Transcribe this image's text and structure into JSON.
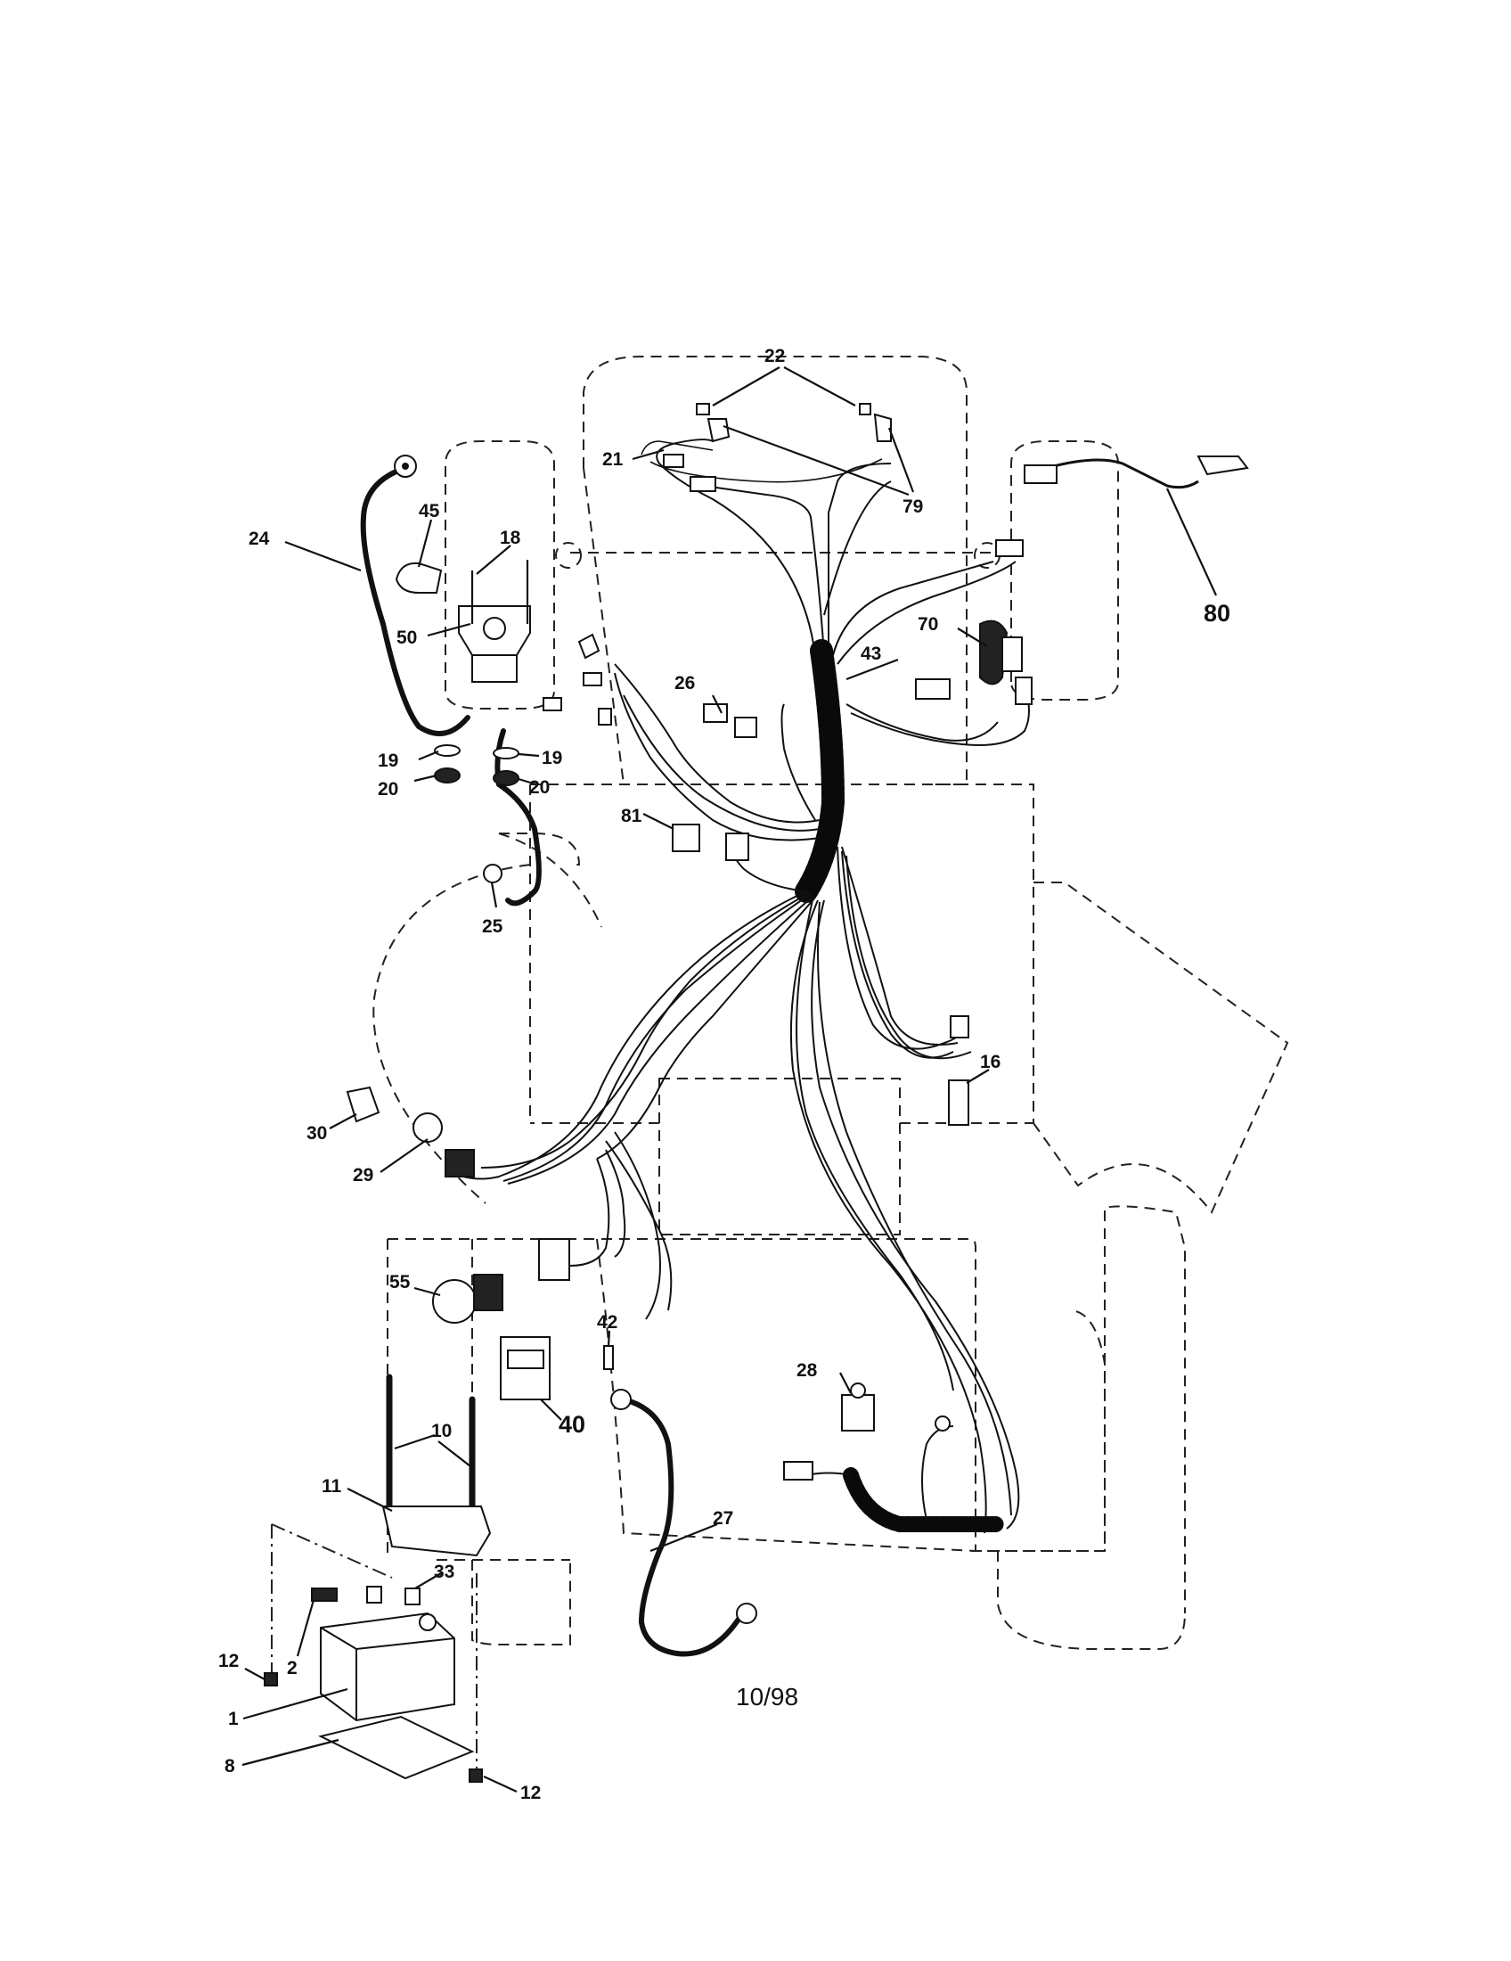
{
  "diagram": {
    "date_code": "10/98",
    "callouts": [
      {
        "id": "p1",
        "label": "1"
      },
      {
        "id": "p2",
        "label": "2"
      },
      {
        "id": "p8",
        "label": "8"
      },
      {
        "id": "p10",
        "label": "10"
      },
      {
        "id": "p11",
        "label": "11"
      },
      {
        "id": "p12a",
        "label": "12"
      },
      {
        "id": "p12b",
        "label": "12"
      },
      {
        "id": "p16",
        "label": "16"
      },
      {
        "id": "p18",
        "label": "18"
      },
      {
        "id": "p19a",
        "label": "19"
      },
      {
        "id": "p19b",
        "label": "19"
      },
      {
        "id": "p20a",
        "label": "20"
      },
      {
        "id": "p20b",
        "label": "20"
      },
      {
        "id": "p21",
        "label": "21"
      },
      {
        "id": "p22",
        "label": "22"
      },
      {
        "id": "p24",
        "label": "24"
      },
      {
        "id": "p25",
        "label": "25"
      },
      {
        "id": "p26",
        "label": "26"
      },
      {
        "id": "p27",
        "label": "27"
      },
      {
        "id": "p28",
        "label": "28"
      },
      {
        "id": "p29",
        "label": "29"
      },
      {
        "id": "p30",
        "label": "30"
      },
      {
        "id": "p33",
        "label": "33"
      },
      {
        "id": "p40",
        "label": "40"
      },
      {
        "id": "p42",
        "label": "42"
      },
      {
        "id": "p43",
        "label": "43"
      },
      {
        "id": "p45",
        "label": "45"
      },
      {
        "id": "p50",
        "label": "50"
      },
      {
        "id": "p55",
        "label": "55"
      },
      {
        "id": "p70",
        "label": "70"
      },
      {
        "id": "p79",
        "label": "79"
      },
      {
        "id": "p80",
        "label": "80"
      },
      {
        "id": "p81",
        "label": "81"
      }
    ]
  }
}
